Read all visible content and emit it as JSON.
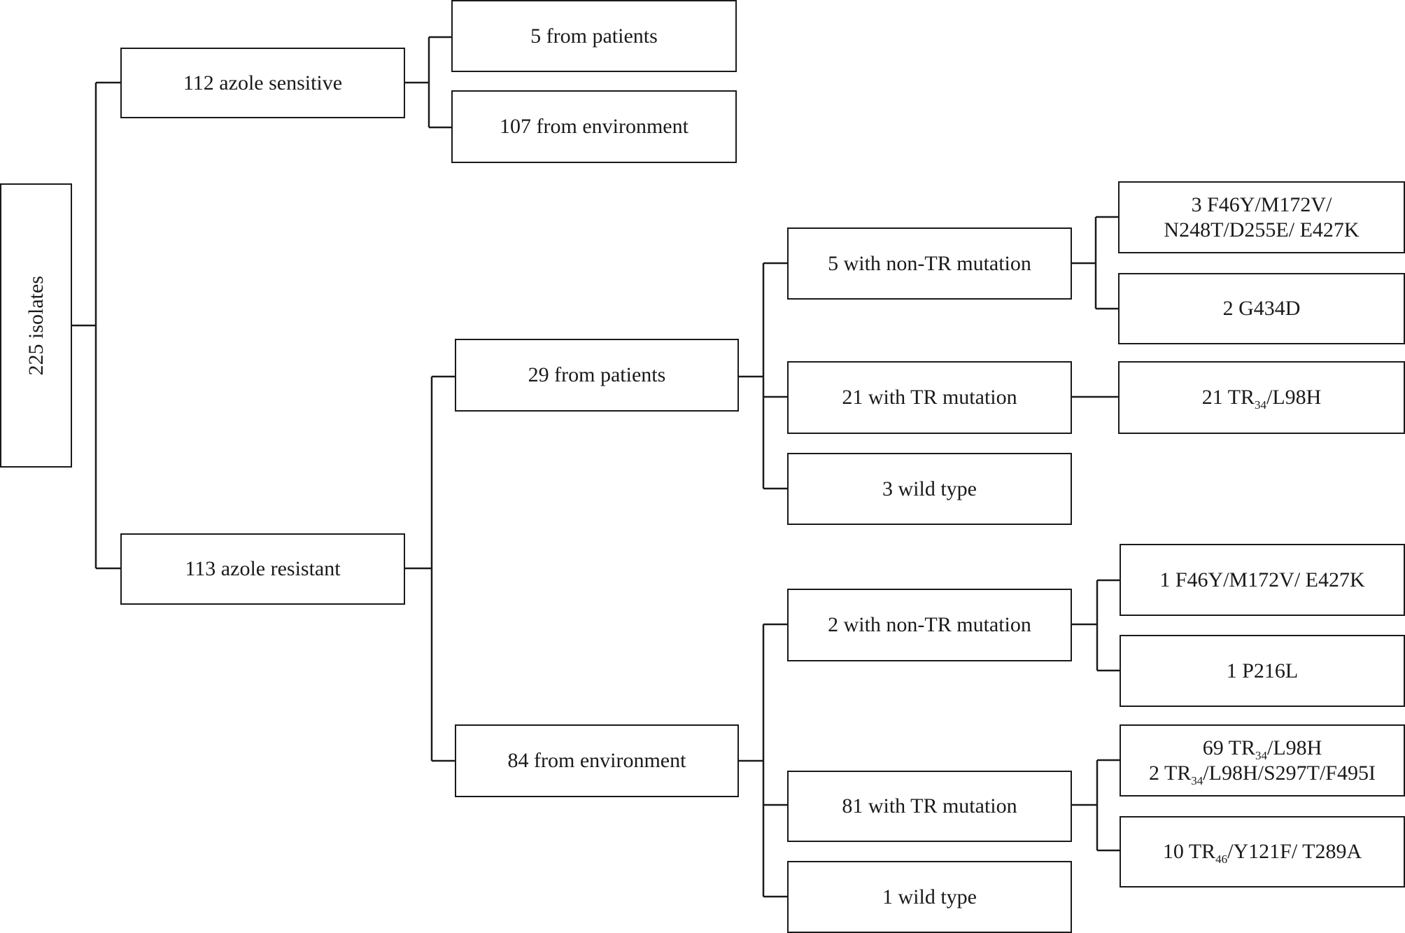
{
  "root": {
    "label": "225 isolates"
  },
  "sensitive": {
    "label": "112 azole sensitive",
    "patients": "5 from patients",
    "environment": "107 from environment"
  },
  "resistant": {
    "label": "113 azole resistant",
    "patients": {
      "label": "29 from patients",
      "non_tr": {
        "label": "5 with non-TR mutation",
        "item1": {
          "line1": "3 F46Y/M172V/",
          "line2": "N248T/D255E/ E427K"
        },
        "item2": "2 G434D"
      },
      "tr": {
        "label": "21 with TR mutation",
        "item1": {
          "pre": "21 TR",
          "sub": "34",
          "post": "/L98H"
        }
      },
      "wild": "3 wild type"
    },
    "environment": {
      "label": "84 from environment",
      "non_tr": {
        "label": "2 with non-TR mutation",
        "item1": "1 F46Y/M172V/ E427K",
        "item2": "1 P216L"
      },
      "tr": {
        "label": "81 with TR mutation",
        "item1": {
          "line1": {
            "pre": "69 TR",
            "sub": "34",
            "post": "/L98H"
          },
          "line2": {
            "pre": "2 TR",
            "sub": "34",
            "post": "/L98H/S297T/F495I"
          }
        },
        "item2": {
          "pre": "10 TR",
          "sub": "46",
          "post": "/Y121F/ T289A"
        }
      },
      "wild": "1 wild type"
    }
  }
}
